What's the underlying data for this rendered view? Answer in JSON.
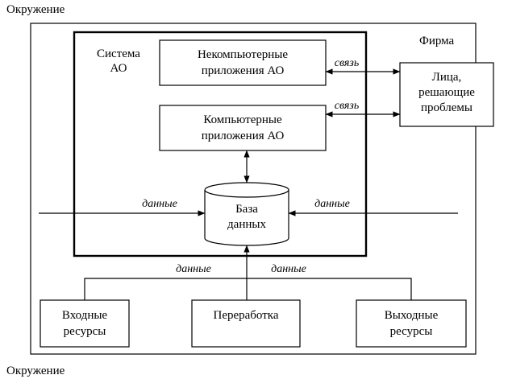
{
  "environment_top": "Окружение",
  "environment_bottom": "Окружение",
  "firm": "Фирма",
  "system": [
    "Система",
    "АО"
  ],
  "noncomputer_apps": [
    "Некомпьютерные",
    "приложения АО"
  ],
  "computer_apps": [
    "Компьютерные",
    "приложения АО"
  ],
  "database": [
    "База",
    "данных"
  ],
  "decision_makers": [
    "Лица,",
    "решающие",
    "проблемы"
  ],
  "input_resources": [
    "Входные",
    "ресурсы"
  ],
  "processing": "Переработка",
  "output_resources": [
    "Выходные",
    "ресурсы"
  ],
  "link_label": "связь",
  "data_label": "данные"
}
